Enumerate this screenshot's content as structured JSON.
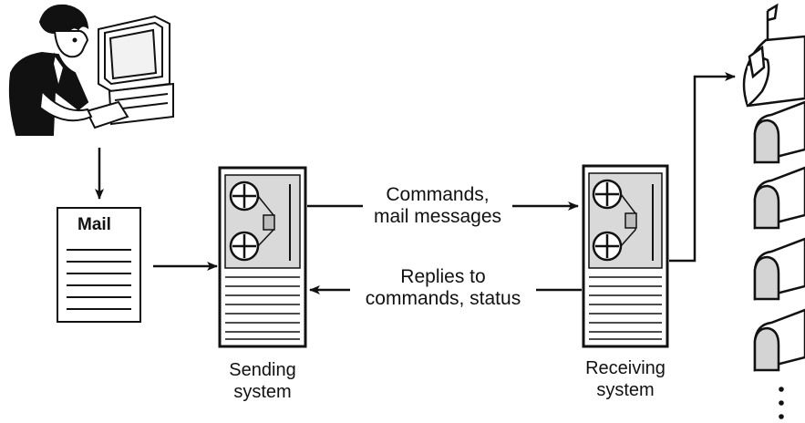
{
  "document": {
    "title": "Mail"
  },
  "flows": {
    "forward": {
      "line1": "Commands,",
      "line2": "mail messages"
    },
    "backward": {
      "line1": "Replies to",
      "line2": "commands, status"
    }
  },
  "nodes": {
    "sending": {
      "line1": "Sending",
      "line2": "system"
    },
    "receiving": {
      "line1": "Receiving",
      "line2": "system"
    }
  },
  "colors": {
    "ink": "#111111",
    "panel": "#d9d9d9",
    "background": "#ffffff"
  }
}
